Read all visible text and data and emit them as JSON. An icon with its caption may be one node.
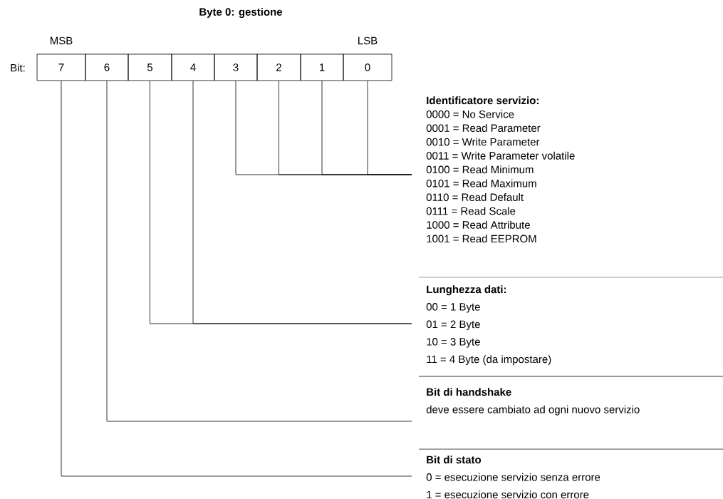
{
  "diagram": {
    "title": "Byte 0: gestione",
    "nodes": [
      {
        "text": [
          "7"
        ]
      },
      {
        "text": [
          "6"
        ]
      },
      {
        "text": [
          "5"
        ]
      },
      {
        "text": [
          "4"
        ]
      },
      {
        "text": [
          "3"
        ]
      },
      {
        "text": [
          "2"
        ]
      },
      {
        "text": [
          "1"
        ]
      },
      {
        "text": [
          "0"
        ]
      },
      {
        "text": [
          "Identificatore servizio:",
          "0000 = No Service",
          "0001 = Read Parameter",
          "0010 = Write Parameter",
          "0011 = Write Parameter volatile",
          "0100 = Read Minimum",
          "0101 = Read Maximum",
          "0110 = Read Default",
          "0111 = Read Scale",
          "1000 = Read Attribute",
          "1001 = Read EEPROM"
        ]
      },
      {
        "text": [
          "Lunghezza dati:",
          "00 = 1 Byte",
          "01 = 2 Byte",
          "10 = 3 Byte",
          "11 = 4 Byte (da impostare)"
        ]
      },
      {
        "text": [
          "Bit di handshake",
          "deve essere cambiato ad ogni nuovo servizio"
        ]
      },
      {
        "text": [
          "Bit di stato",
          "0 = esecuzione servizio senza errore",
          "1 = esecuzione servizio con errore"
        ]
      }
    ],
    "edges": [
      {
        "from": 4,
        "to": 8,
        "arrow": "none"
      },
      {
        "from": 5,
        "to": 8,
        "arrow": "none"
      },
      {
        "from": 6,
        "to": 8,
        "arrow": "none"
      },
      {
        "from": 7,
        "to": 8,
        "arrow": "none"
      },
      {
        "from": 2,
        "to": 9,
        "arrow": "none"
      },
      {
        "from": 3,
        "to": 9,
        "arrow": "none"
      },
      {
        "from": 1,
        "to": 10,
        "arrow": "none"
      },
      {
        "from": 0,
        "to": 11,
        "arrow": "none"
      }
    ],
    "labels": [
      "MSB",
      "LSB",
      "Bit:"
    ]
  }
}
